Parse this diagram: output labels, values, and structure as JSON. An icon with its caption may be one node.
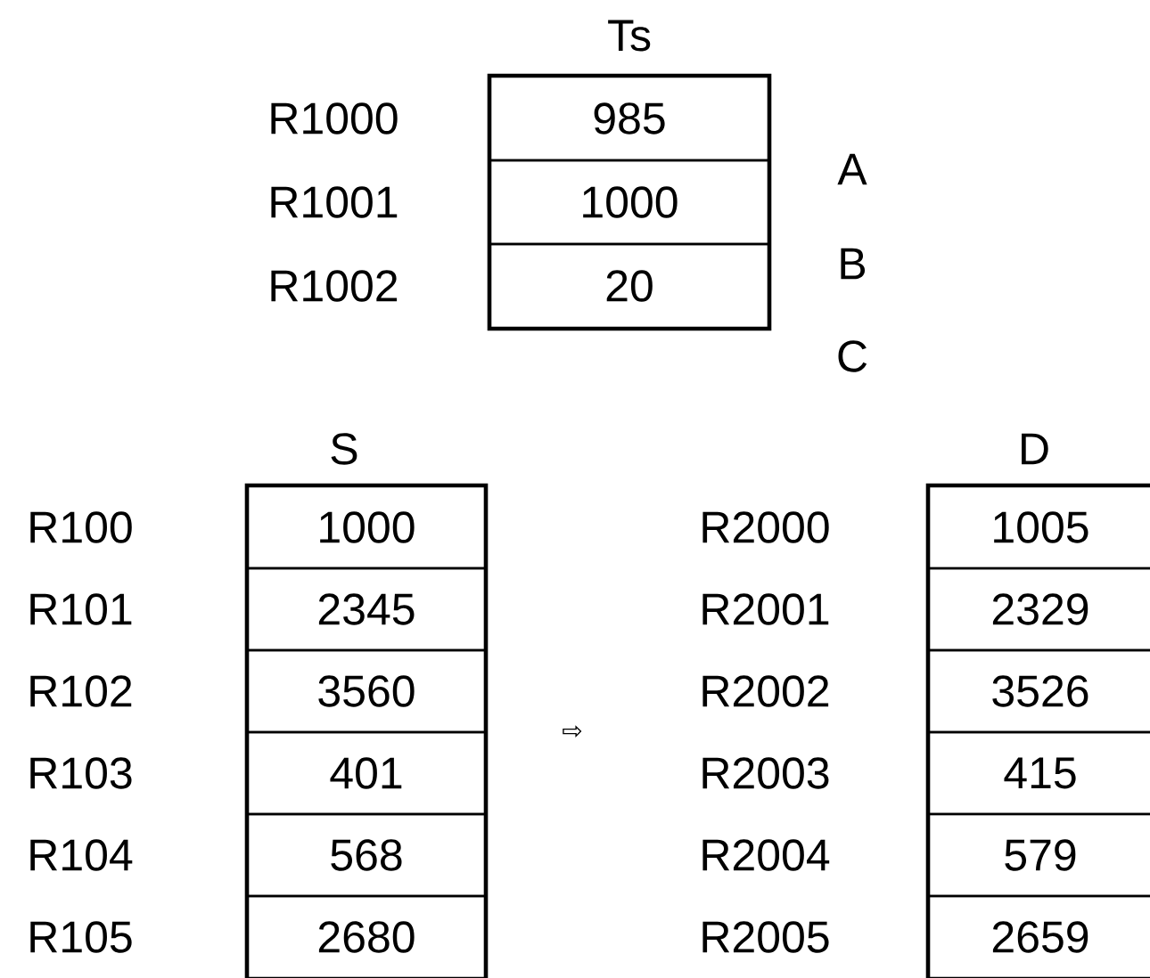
{
  "diagram": {
    "nodes": [
      {
        "text": [
          "Ts"
        ]
      },
      {
        "text": [
          "985"
        ],
        "in": 0,
        "beside": [
          "R1000"
        ]
      },
      {
        "text": [
          "1000"
        ],
        "in": 0,
        "beside": [
          "R1001"
        ]
      },
      {
        "text": [
          "20"
        ],
        "in": 0,
        "beside": [
          "R1002"
        ]
      },
      {
        "text": [
          "S"
        ]
      },
      {
        "text": [
          "1000"
        ],
        "in": 4,
        "beside": [
          "R100"
        ]
      },
      {
        "text": [
          "2345"
        ],
        "in": 4,
        "beside": [
          "R101"
        ]
      },
      {
        "text": [
          "3560"
        ],
        "in": 4,
        "beside": [
          "R102"
        ]
      },
      {
        "text": [
          "401"
        ],
        "in": 4,
        "beside": [
          "R103"
        ]
      },
      {
        "text": [
          "568"
        ],
        "in": 4,
        "beside": [
          "R104"
        ]
      },
      {
        "text": [
          "2680"
        ],
        "in": 4,
        "beside": [
          "R105"
        ]
      },
      {
        "text": [
          "D"
        ]
      },
      {
        "text": [
          "1005"
        ],
        "in": 11,
        "beside": [
          "R2000"
        ]
      },
      {
        "text": [
          "2329"
        ],
        "in": 11,
        "beside": [
          "R2001"
        ]
      },
      {
        "text": [
          "3526"
        ],
        "in": 11,
        "beside": [
          "R2002"
        ]
      },
      {
        "text": [
          "415"
        ],
        "in": 11,
        "beside": [
          "R2003"
        ]
      },
      {
        "text": [
          "579"
        ],
        "in": 11,
        "beside": [
          "R2004"
        ]
      },
      {
        "text": [
          "2659"
        ],
        "in": 11,
        "beside": [
          "R2005"
        ]
      }
    ],
    "labels": [
      "A",
      "B",
      "C",
      "⇨"
    ]
  }
}
